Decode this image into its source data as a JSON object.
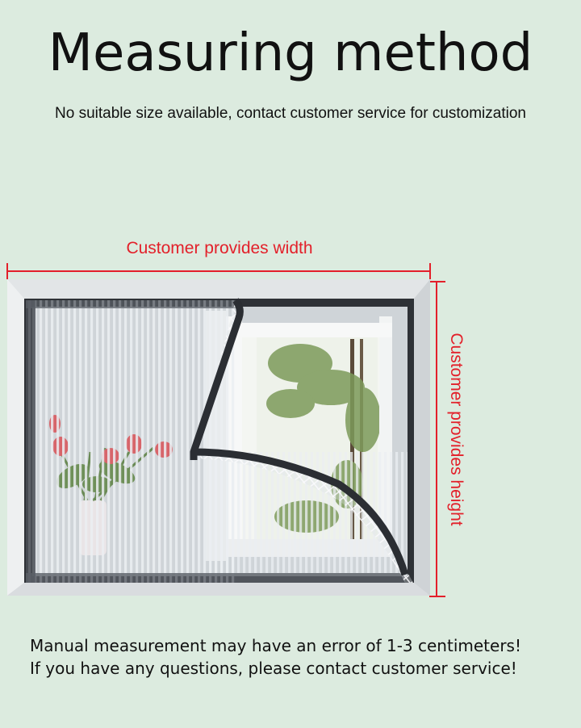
{
  "header": {
    "title": "Measuring method",
    "subtitle": "No suitable size available, contact customer service for customization"
  },
  "dimensions": {
    "width_label": "Customer provides width",
    "height_label": "Customer provides height",
    "line_color": "#e3202a"
  },
  "notes": {
    "line1": "Manual measurement may have an error of 1-3 centimeters!",
    "line2": "If you have any questions, please contact customer service!"
  },
  "colors": {
    "background": "#dcebdf",
    "text": "#111111",
    "frame": "#2e3136"
  }
}
